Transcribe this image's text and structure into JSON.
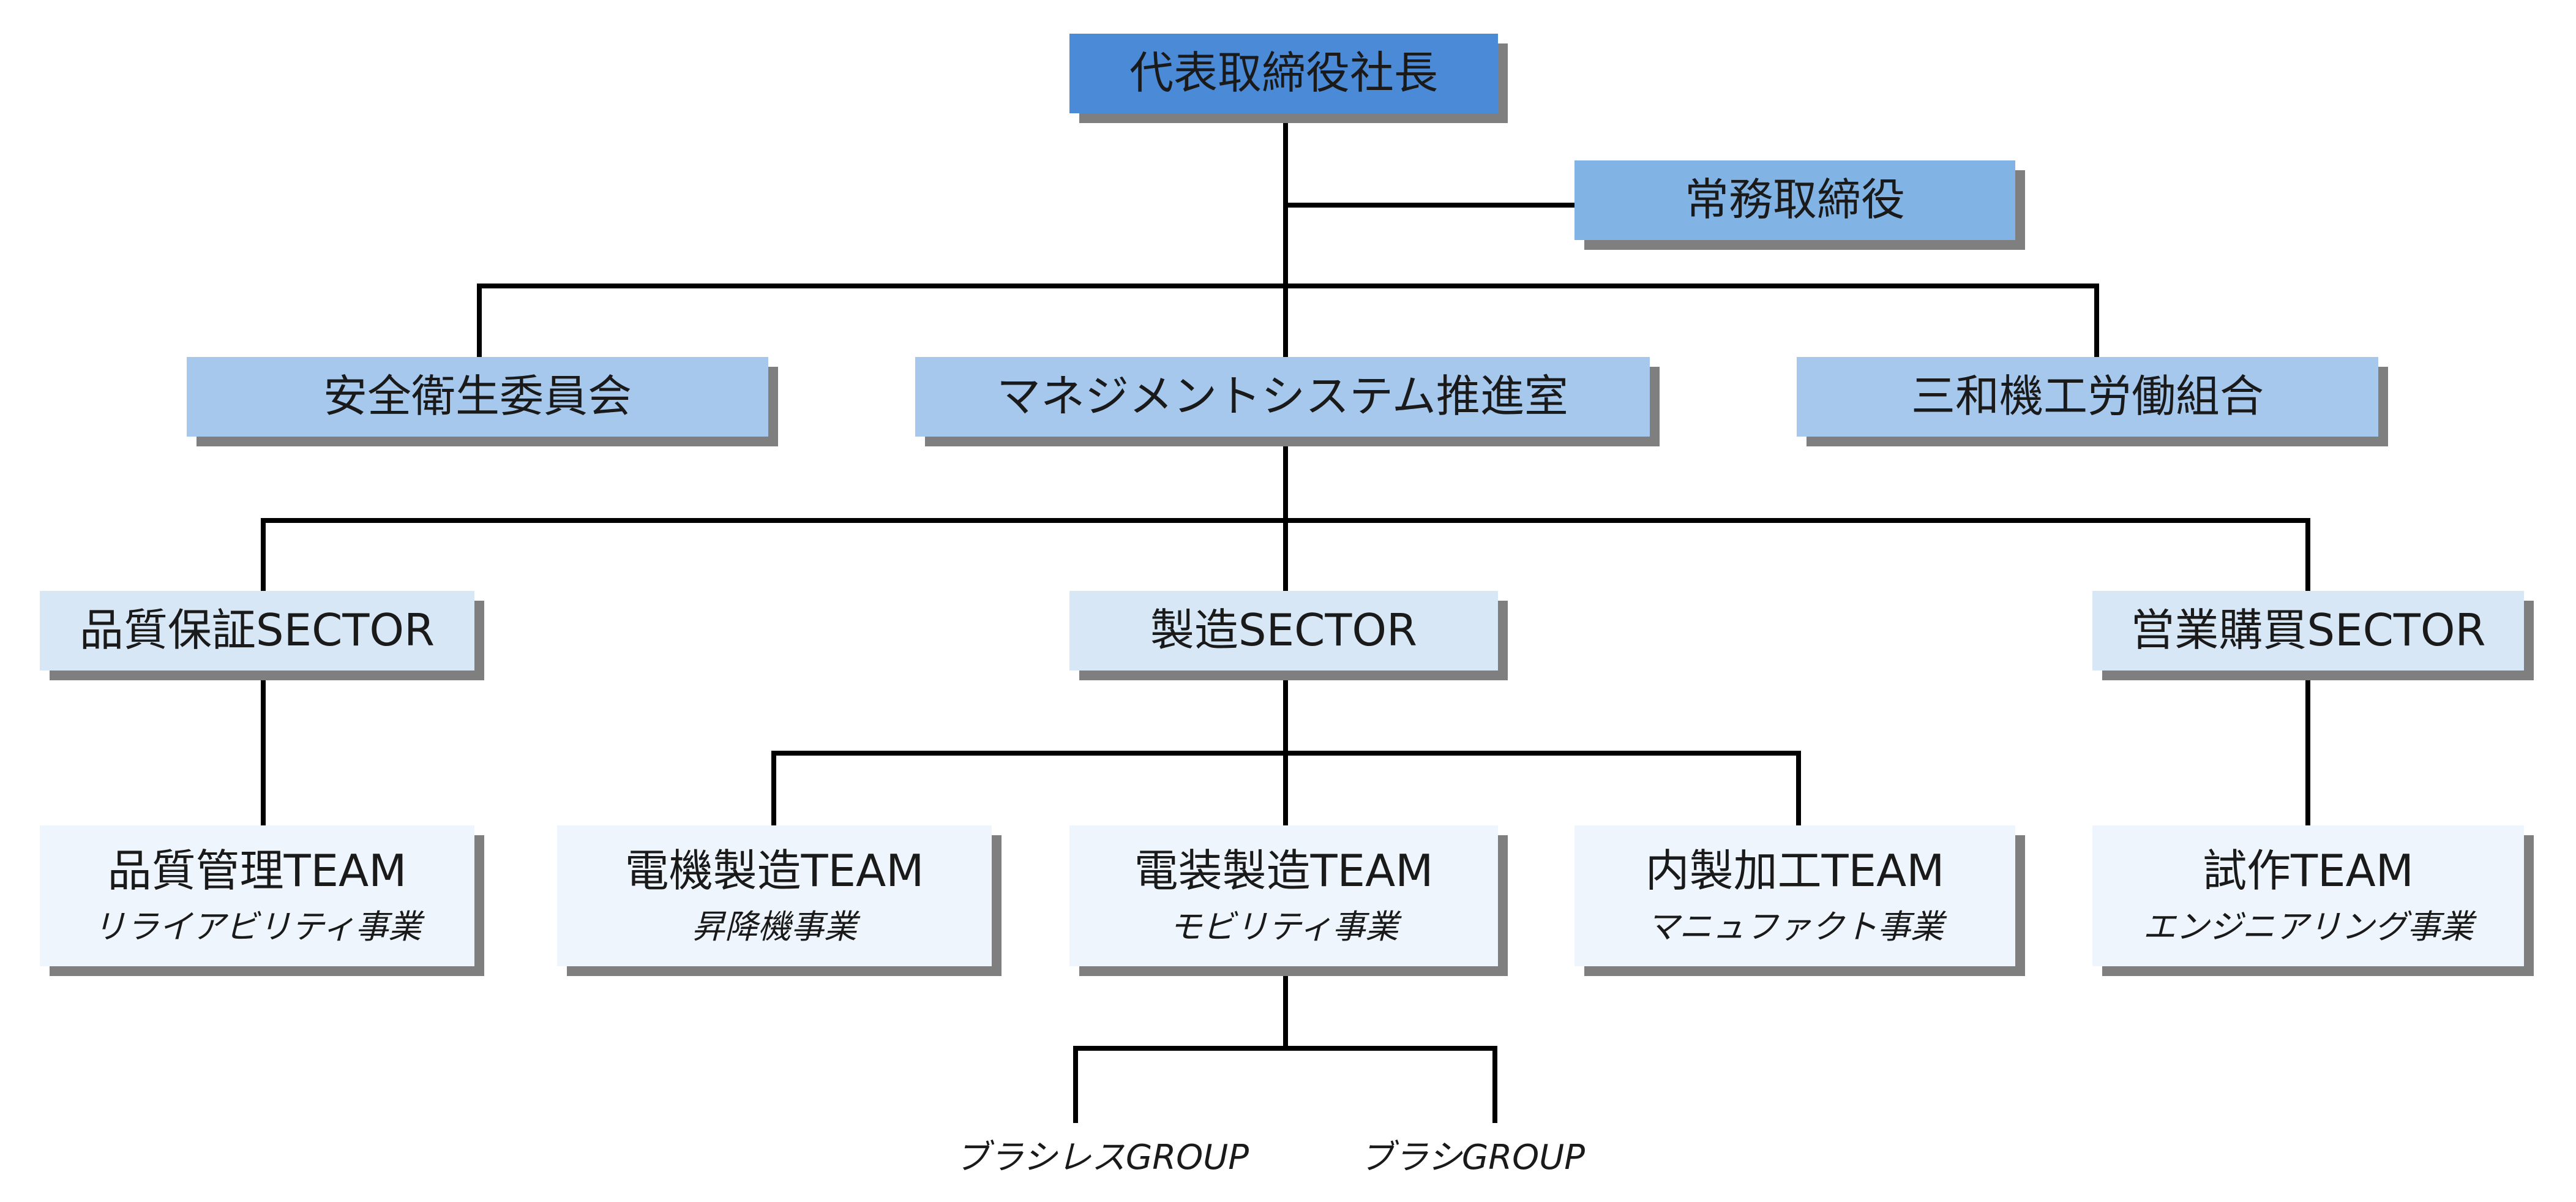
{
  "org_chart": {
    "president": "代表取締役社長",
    "managing_director": "常務取締役",
    "committees": [
      "安全衛生委員会",
      "マネジメントシステム推進室",
      "三和機工労働組合"
    ],
    "sectors": [
      "品質保証SECTOR",
      "製造SECTOR",
      "営業購買SECTOR"
    ],
    "teams": [
      {
        "name": "品質管理TEAM",
        "business": "リライアビリティ事業"
      },
      {
        "name": "電機製造TEAM",
        "business": "昇降機事業"
      },
      {
        "name": "電装製造TEAM",
        "business": "モビリティ事業"
      },
      {
        "name": "内製加工TEAM",
        "business": "マニュファクト事業"
      },
      {
        "name": "試作TEAM",
        "business": "エンジニアリング事業"
      }
    ],
    "groups": [
      "ブラシレスGROUP",
      "ブラシGROUP"
    ]
  }
}
